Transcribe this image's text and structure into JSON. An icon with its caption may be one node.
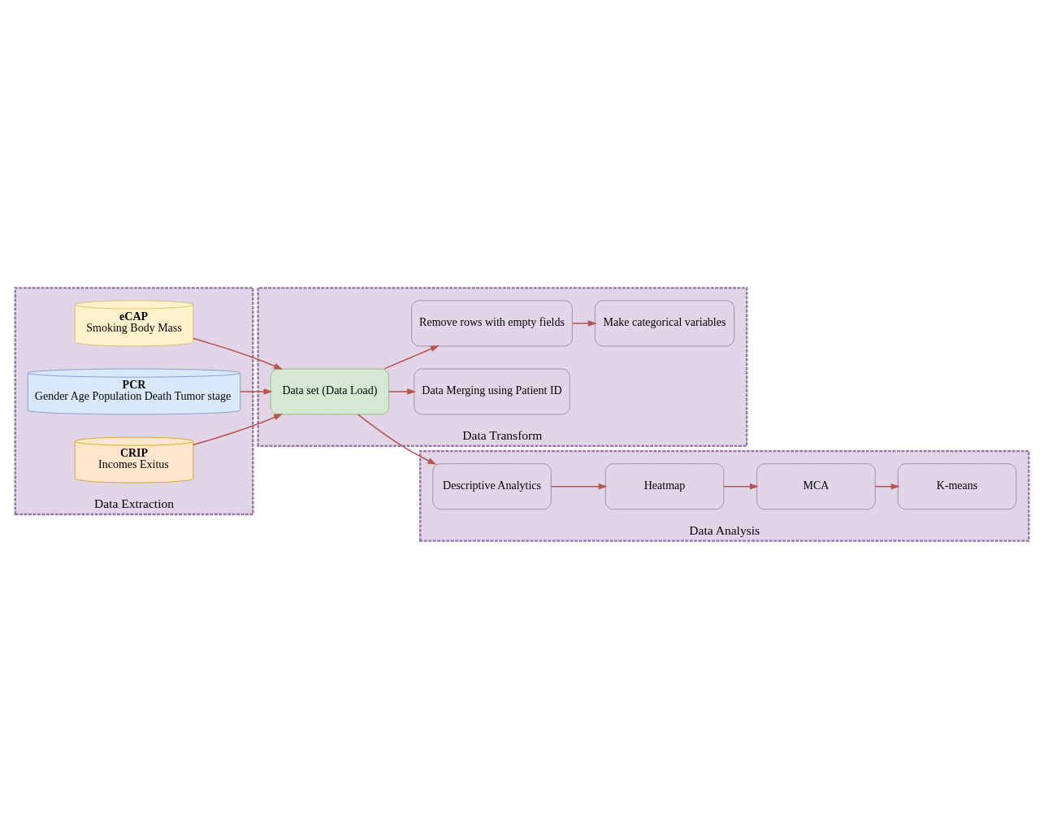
{
  "diagram": {
    "nodes": [
      {
        "text": [
          "Data Extraction"
        ]
      },
      {
        "text": [
          "eCAP",
          "Smoking Body Mass"
        ],
        "in": 0
      },
      {
        "text": [
          "PCR",
          "Gender Age Population Death Tumor stage"
        ],
        "in": 0
      },
      {
        "text": [
          "CRIP",
          "Incomes Exitus"
        ],
        "in": 0
      },
      {
        "text": [
          "Data Transform"
        ]
      },
      {
        "text": [
          "Data Merging using Patient ID"
        ],
        "in": 4
      },
      {
        "text": [
          "Data set (Data Load)"
        ],
        "in": 4
      },
      {
        "text": [
          "Remove rows with empty fields"
        ],
        "in": 4
      },
      {
        "text": [
          "Make categorical variables"
        ],
        "in": 4
      },
      {
        "text": [
          "Data Analysis"
        ]
      },
      {
        "text": [
          "Descriptive Analytics"
        ],
        "in": 9
      },
      {
        "text": [
          "Heatmap"
        ],
        "in": 9
      },
      {
        "text": [
          "MCA"
        ],
        "in": 9
      },
      {
        "text": [
          "K-means"
        ],
        "in": 9
      }
    ],
    "edges": [
      {
        "from": 1,
        "to": 6,
        "arrow": "to"
      },
      {
        "from": 2,
        "to": 6,
        "arrow": "to"
      },
      {
        "from": 3,
        "to": 6,
        "arrow": "to"
      },
      {
        "from": 6,
        "to": 5,
        "arrow": "to"
      },
      {
        "from": 6,
        "to": 7,
        "arrow": "to"
      },
      {
        "from": 7,
        "to": 8,
        "arrow": "to"
      },
      {
        "from": 6,
        "to": 10,
        "arrow": "to"
      },
      {
        "from": 10,
        "to": 11,
        "arrow": "to"
      },
      {
        "from": 11,
        "to": 12,
        "arrow": "to"
      },
      {
        "from": 12,
        "to": 13,
        "arrow": "to"
      }
    ]
  }
}
